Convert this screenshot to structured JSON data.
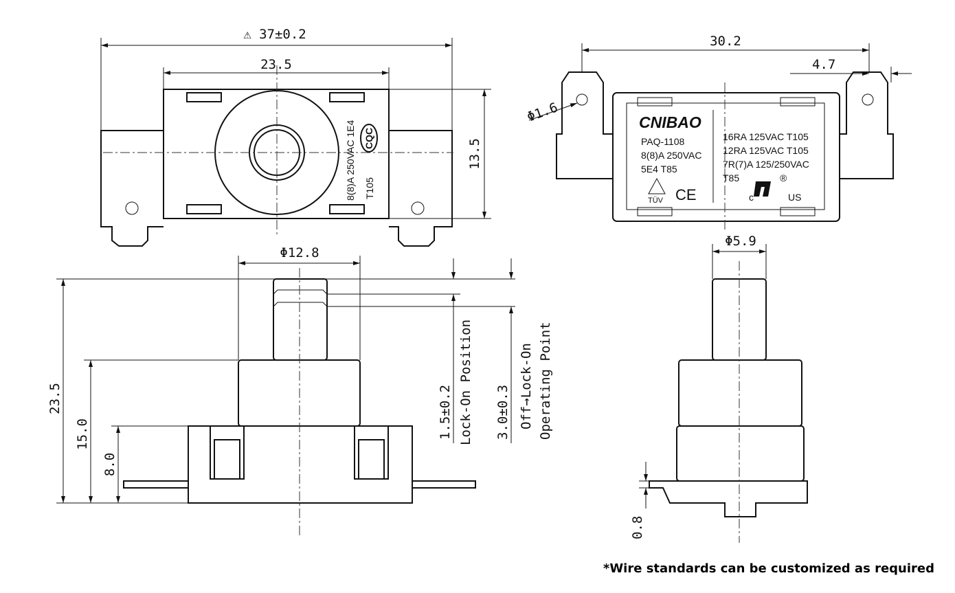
{
  "top_left_view": {
    "dim_overall": "⚠ 37±0.2",
    "dim_body_width": "23.5",
    "dim_height": "13.5",
    "marking_rating": "8(8)A 250VAC  1E4",
    "marking_temp": "T105",
    "marking_cert": "CQC"
  },
  "top_right_view": {
    "dim_terminal_span": "30.2",
    "dim_terminal_width": "4.7",
    "dim_hole": "Φ1.6",
    "brand": "CNIBAO",
    "model": "PAQ-1108",
    "rating_left_1": "8(8)A 250VAC",
    "rating_left_2": "5E4 T85",
    "tuv": "TÜV",
    "ce": "CE",
    "rating_right_1": "16RA 125VAC T105",
    "rating_right_2": "12RA 125VAC T105",
    "rating_right_3": "7R(7)A 125/250VAC",
    "rating_right_4": "T85",
    "ul_c": "c",
    "ul_us": "US",
    "ul_r": "®"
  },
  "front_view": {
    "dim_diameter": "Φ12.8",
    "dim_total_height": "23.5",
    "dim_body_height": "15.0",
    "dim_base_height": "8.0",
    "lock_on_value": "1.5±0.2",
    "lock_on_label": "Lock-On Position",
    "operating_value": "3.0±0.3",
    "operating_label_1": "Off→Lock-On",
    "operating_label_2": "Operating Point"
  },
  "side_view": {
    "dim_diameter": "Φ5.9",
    "dim_thickness": "0.8"
  },
  "footnote": "*Wire standards can be customized as required"
}
